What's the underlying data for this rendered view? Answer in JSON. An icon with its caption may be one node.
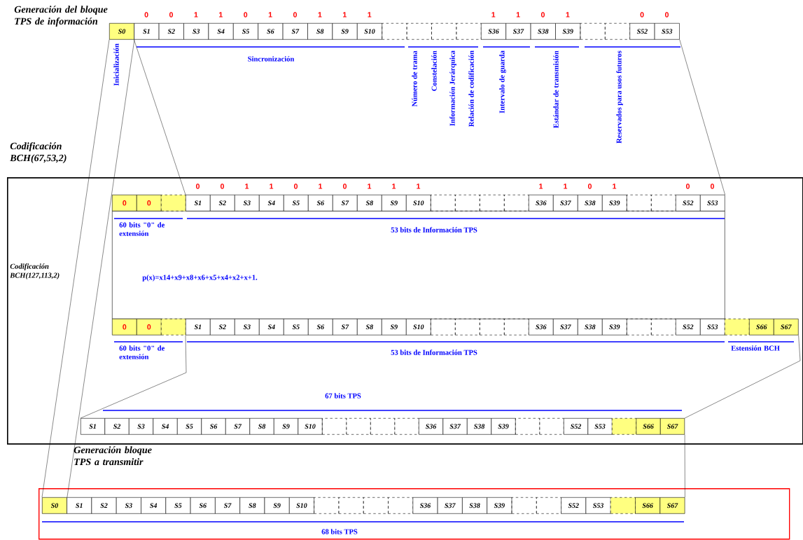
{
  "diagram": {
    "nodes": [
      {
        "text": [
          "S0"
        ]
      },
      {
        "text": [
          "S1"
        ],
        "beside": [
          "0"
        ]
      },
      {
        "text": [
          "S2"
        ],
        "beside": [
          "0"
        ]
      },
      {
        "text": [
          "S3"
        ],
        "beside": [
          "1"
        ]
      },
      {
        "text": [
          "S4"
        ],
        "beside": [
          "1"
        ]
      },
      {
        "text": [
          "S5"
        ],
        "beside": [
          "0"
        ]
      },
      {
        "text": [
          "S6"
        ],
        "beside": [
          "1"
        ]
      },
      {
        "text": [
          "S7"
        ],
        "beside": [
          "0"
        ]
      },
      {
        "text": [
          "S8"
        ],
        "beside": [
          "1"
        ]
      },
      {
        "text": [
          "S9"
        ],
        "beside": [
          "1"
        ]
      },
      {
        "text": [
          "S10"
        ],
        "beside": [
          "1"
        ]
      },
      {
        "text": [],
        "shape": "box"
      },
      {
        "text": [],
        "shape": "box"
      },
      {
        "text": [],
        "shape": "box"
      },
      {
        "text": [],
        "shape": "box"
      },
      {
        "text": [
          "S36"
        ],
        "beside": [
          "1"
        ]
      },
      {
        "text": [
          "S37"
        ],
        "beside": [
          "1"
        ]
      },
      {
        "text": [
          "S38"
        ],
        "beside": [
          "0"
        ]
      },
      {
        "text": [
          "S39"
        ],
        "beside": [
          "1"
        ]
      },
      {
        "text": [],
        "shape": "box"
      },
      {
        "text": [],
        "shape": "box"
      },
      {
        "text": [
          "S52"
        ],
        "beside": [
          "0"
        ]
      },
      {
        "text": [
          "S53"
        ],
        "beside": [
          "0"
        ]
      },
      {
        "text": [
          "Codificación BCH(67,53,2)"
        ]
      },
      {
        "text": [
          "p(x)=x14+x9+x8+x6+x5+x4+x2+x+1."
        ],
        "in": 23
      },
      {
        "text": [
          "0"
        ],
        "in": 23
      },
      {
        "text": [
          "0"
        ],
        "in": 23
      },
      {
        "text": [],
        "shape": "box",
        "in": 23
      },
      {
        "text": [
          "S1"
        ],
        "beside": [
          "0"
        ],
        "in": 23
      },
      {
        "text": [
          "S2"
        ],
        "beside": [
          "0"
        ],
        "in": 23
      },
      {
        "text": [
          "S3"
        ],
        "beside": [
          "1"
        ],
        "in": 23
      },
      {
        "text": [
          "S4"
        ],
        "beside": [
          "1"
        ],
        "in": 23
      },
      {
        "text": [
          "S5"
        ],
        "beside": [
          "0"
        ],
        "in": 23
      },
      {
        "text": [
          "S6"
        ],
        "beside": [
          "1"
        ],
        "in": 23
      },
      {
        "text": [
          "S7"
        ],
        "beside": [
          "0"
        ],
        "in": 23
      },
      {
        "text": [
          "S8"
        ],
        "beside": [
          "1"
        ],
        "in": 23
      },
      {
        "text": [
          "S9"
        ],
        "beside": [
          "1"
        ],
        "in": 23
      },
      {
        "text": [
          "S10"
        ],
        "beside": [
          "1"
        ],
        "in": 23
      },
      {
        "text": [],
        "shape": "box",
        "in": 23
      },
      {
        "text": [],
        "shape": "box",
        "in": 23
      },
      {
        "text": [],
        "shape": "box",
        "in": 23
      },
      {
        "text": [],
        "shape": "box",
        "in": 23
      },
      {
        "text": [
          "S36"
        ],
        "beside": [
          "1"
        ],
        "in": 23
      },
      {
        "text": [
          "S37"
        ],
        "beside": [
          "1"
        ],
        "in": 23
      },
      {
        "text": [
          "S38"
        ],
        "beside": [
          "0"
        ],
        "in": 23
      },
      {
        "text": [
          "S39"
        ],
        "beside": [
          "1"
        ],
        "in": 23
      },
      {
        "text": [],
        "shape": "box",
        "in": 23
      },
      {
        "text": [],
        "shape": "box",
        "in": 23
      },
      {
        "text": [
          "S52"
        ],
        "beside": [
          "0"
        ],
        "in": 23
      },
      {
        "text": [
          "S53"
        ],
        "beside": [
          "0"
        ],
        "in": 23
      },
      {
        "text": [
          "0"
        ],
        "in": 23
      },
      {
        "text": [
          "0"
        ],
        "in": 23
      },
      {
        "text": [],
        "shape": "box",
        "in": 23
      },
      {
        "text": [
          "S1"
        ],
        "in": 23
      },
      {
        "text": [
          "S2"
        ],
        "in": 23
      },
      {
        "text": [
          "S3"
        ],
        "in": 23
      },
      {
        "text": [
          "S4"
        ],
        "in": 23
      },
      {
        "text": [
          "S5"
        ],
        "in": 23
      },
      {
        "text": [
          "S6"
        ],
        "in": 23
      },
      {
        "text": [
          "S7"
        ],
        "in": 23
      },
      {
        "text": [
          "S8"
        ],
        "in": 23
      },
      {
        "text": [
          "S9"
        ],
        "in": 23
      },
      {
        "text": [
          "S10"
        ],
        "in": 23
      },
      {
        "text": [],
        "shape": "box",
        "in": 23
      },
      {
        "text": [],
        "shape": "box",
        "in": 23
      },
      {
        "text": [],
        "shape": "box",
        "in": 23
      },
      {
        "text": [],
        "shape": "box",
        "in": 23
      },
      {
        "text": [
          "S36"
        ],
        "in": 23
      },
      {
        "text": [
          "S37"
        ],
        "in": 23
      },
      {
        "text": [
          "S38"
        ],
        "in": 23
      },
      {
        "text": [
          "S39"
        ],
        "in": 23
      },
      {
        "text": [],
        "shape": "box",
        "in": 23
      },
      {
        "text": [],
        "shape": "box",
        "in": 23
      },
      {
        "text": [
          "S52"
        ],
        "in": 23
      },
      {
        "text": [
          "S53"
        ],
        "in": 23
      },
      {
        "text": [],
        "shape": "box",
        "in": 23
      },
      {
        "text": [
          "S66"
        ],
        "in": 23
      },
      {
        "text": [
          "S67"
        ],
        "in": 23
      },
      {
        "text": [
          "S1"
        ],
        "in": 23
      },
      {
        "text": [
          "S2"
        ],
        "in": 23
      },
      {
        "text": [
          "S3"
        ],
        "in": 23
      },
      {
        "text": [
          "S4"
        ],
        "in": 23
      },
      {
        "text": [
          "S5"
        ],
        "in": 23
      },
      {
        "text": [
          "S6"
        ],
        "in": 23
      },
      {
        "text": [
          "S7"
        ],
        "in": 23
      },
      {
        "text": [
          "S8"
        ],
        "in": 23
      },
      {
        "text": [
          "S9"
        ],
        "in": 23
      },
      {
        "text": [
          "S10"
        ],
        "in": 23
      },
      {
        "text": [],
        "shape": "box",
        "in": 23
      },
      {
        "text": [],
        "shape": "box",
        "in": 23
      },
      {
        "text": [],
        "shape": "box",
        "in": 23
      },
      {
        "text": [],
        "shape": "box",
        "in": 23
      },
      {
        "text": [
          "S36"
        ],
        "in": 23
      },
      {
        "text": [
          "S37"
        ],
        "in": 23
      },
      {
        "text": [
          "S38"
        ],
        "in": 23
      },
      {
        "text": [
          "S39"
        ],
        "in": 23
      },
      {
        "text": [],
        "shape": "box",
        "in": 23
      },
      {
        "text": [],
        "shape": "box",
        "in": 23
      },
      {
        "text": [
          "S52"
        ],
        "in": 23
      },
      {
        "text": [
          "S53"
        ],
        "in": 23
      },
      {
        "text": [],
        "shape": "box",
        "in": 23
      },
      {
        "text": [
          "S66"
        ],
        "in": 23
      },
      {
        "text": [
          "S67"
        ],
        "in": 23
      },
      {
        "text": [
          "Generación bloque TPS a transmitir"
        ]
      },
      {
        "text": [
          "S0"
        ],
        "in": 103
      },
      {
        "text": [
          "S1"
        ],
        "in": 103
      },
      {
        "text": [
          "S2"
        ],
        "in": 103
      },
      {
        "text": [
          "S3"
        ],
        "in": 103
      },
      {
        "text": [
          "S4"
        ],
        "in": 103
      },
      {
        "text": [
          "S5"
        ],
        "in": 103
      },
      {
        "text": [
          "S6"
        ],
        "in": 103
      },
      {
        "text": [
          "S7"
        ],
        "in": 103
      },
      {
        "text": [
          "S8"
        ],
        "in": 103
      },
      {
        "text": [
          "S9"
        ],
        "in": 103
      },
      {
        "text": [
          "S10"
        ],
        "in": 103
      },
      {
        "text": [],
        "shape": "box",
        "in": 103
      },
      {
        "text": [],
        "shape": "box",
        "in": 103
      },
      {
        "text": [],
        "shape": "box",
        "in": 103
      },
      {
        "text": [],
        "shape": "box",
        "in": 103
      },
      {
        "text": [
          "S36"
        ],
        "in": 103
      },
      {
        "text": [
          "S37"
        ],
        "in": 103
      },
      {
        "text": [
          "S38"
        ],
        "in": 103
      },
      {
        "text": [
          "S39"
        ],
        "in": 103
      },
      {
        "text": [],
        "shape": "box",
        "in": 103
      },
      {
        "text": [],
        "shape": "box",
        "in": 103
      },
      {
        "text": [
          "S52"
        ],
        "in": 103
      },
      {
        "text": [
          "S53"
        ],
        "in": 103
      },
      {
        "text": [],
        "shape": "box",
        "in": 103
      },
      {
        "text": [
          "S66"
        ],
        "in": 103
      },
      {
        "text": [
          "S67"
        ],
        "in": 103
      }
    ],
    "edges": [
      {
        "from": 0,
        "to": 104,
        "arrow": "none"
      },
      {
        "from": 0,
        "to": 104,
        "arrow": "none"
      },
      {
        "from": 1,
        "to": 28,
        "arrow": "none"
      },
      {
        "from": 22,
        "to": 49,
        "arrow": "none"
      },
      {
        "from": 53,
        "to": 78,
        "arrow": "none"
      },
      {
        "from": 77,
        "to": 102,
        "arrow": "none"
      },
      {
        "from": 102,
        "to": 129,
        "arrow": "none"
      }
    ],
    "labels": [
      "Generación del bloque TPS de información",
      "Inicialización",
      "Sincronización",
      "Número de trama",
      "Constelación",
      "Información Jerárquica",
      "Relación de codificación",
      "Intervalo de guarda",
      "Estándar de transmisión",
      "Reservados para usos futuros",
      "60 bits \"0\" de extensión",
      "53 bits de Información TPS",
      "Codificación BCH(127,113,2)",
      "60 bits \"0\" de extensión",
      "53 bits de Información TPS",
      "Estensión BCH",
      "67 bits TPS",
      "68 bits TPS"
    ]
  }
}
